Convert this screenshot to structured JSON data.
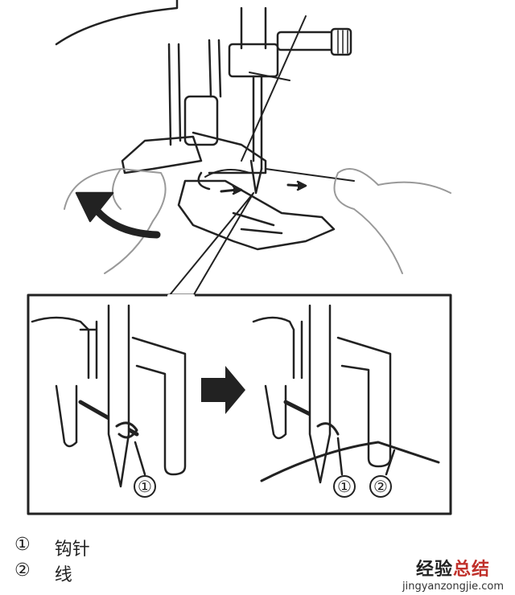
{
  "callouts": {
    "hook": "①",
    "thread": "②"
  },
  "legend": [
    {
      "marker": "①",
      "label": "钩针"
    },
    {
      "marker": "②",
      "label": "线"
    }
  ],
  "watermark": {
    "title_dark": "经验",
    "title_red": "总结",
    "url": "jingyanzongjie.com",
    "red": "#c0302a"
  }
}
